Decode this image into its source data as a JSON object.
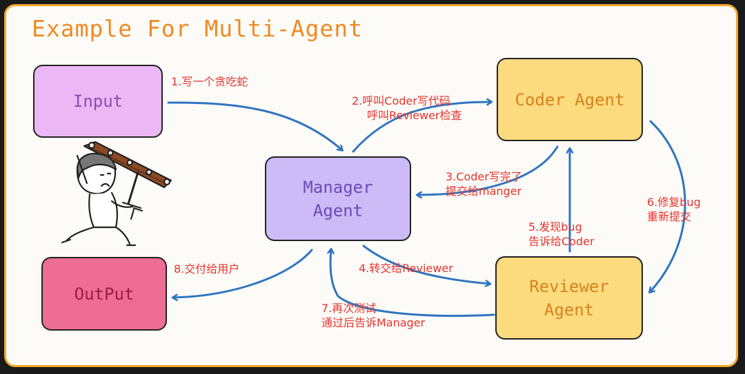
{
  "title": "Example For Multi-Agent",
  "nodes": {
    "input": "Input",
    "output": "OutPut",
    "manager_line1": "Manager",
    "manager_line2": "Agent",
    "coder": "Coder Agent",
    "reviewer_line1": "Reviewer",
    "reviewer_line2": "Agent"
  },
  "labels": {
    "step1": "1.写一个贪吃蛇",
    "step2_line1": "2.呼叫Coder写代码",
    "step2_line2": "呼叫Reviewer检查",
    "step3_line1": "3.Coder写完了",
    "step3_line2": "提交给manger",
    "step4": "4.转交给Reviewer",
    "step5_line1": "5.发现bug",
    "step5_line2": "告诉给Coder",
    "step6_line1": "6.修复bug",
    "step6_line2": "重新提交",
    "step7_line1": "7.再次测试",
    "step7_line2": "通过后告诉Manager",
    "step8": "8.交付给用户"
  },
  "colors": {
    "border": "#f2a92b",
    "title": "#f08a24",
    "arrow": "#2f74c0",
    "label": "#e8332e"
  }
}
